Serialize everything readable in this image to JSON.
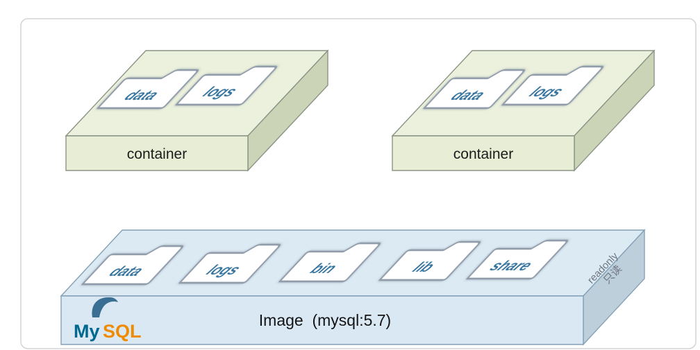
{
  "containers": [
    {
      "label": "container",
      "folders": [
        "data",
        "logs"
      ]
    },
    {
      "label": "container",
      "folders": [
        "data",
        "logs"
      ]
    }
  ],
  "image_box": {
    "label": "Image  (mysql:5.7)",
    "folders": [
      "data",
      "logs",
      "bin",
      "lib",
      "share"
    ],
    "readonly": {
      "en": "readonly",
      "zh": "只读"
    },
    "logo": {
      "my": "My",
      "sql": "SQL"
    }
  },
  "colors": {
    "container_top": "#ebf1dd",
    "container_front": "#e7eed5",
    "container_side": "#cbd4b6",
    "image_top": "#dceaf4",
    "image_front": "#d9e8f3",
    "image_side": "#becfdc",
    "folder_label": "#36749e",
    "logo_my": "#00678f",
    "logo_sql": "#ef8b00",
    "readonly_text": "#6d757f"
  }
}
